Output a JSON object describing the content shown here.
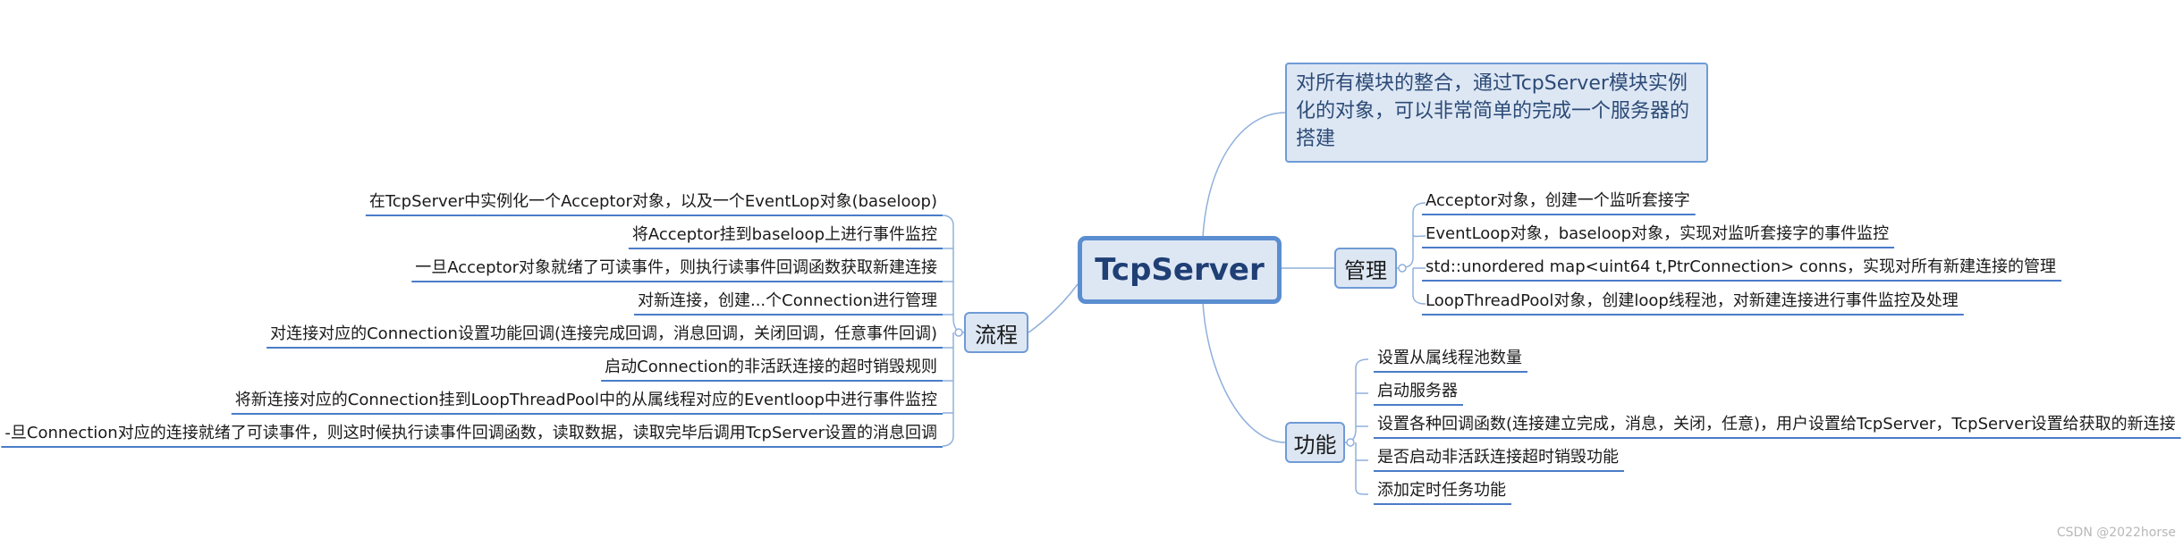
{
  "central": {
    "title": "TcpServer"
  },
  "description": {
    "text": "对所有模块的整合，通过TcpServer模块实例化的对象，可以非常简单的完成一个服务器的搭建"
  },
  "branches": {
    "management": {
      "label": "管理",
      "items": [
        "Acceptor对象，创建一个监听套接字",
        "EventLoop对象，baseloop对象，实现对监听套接字的事件监控",
        "std::unordered map<uint64 t,PtrConnection> conns，实现对所有新建连接的管理",
        "LoopThreadPool对象，创建loop线程池，对新建连接进行事件监控及处理"
      ]
    },
    "function": {
      "label": "功能",
      "items": [
        "设置从属线程池数量",
        "启动服务器",
        "设置各种回调函数(连接建立完成，消息，关闭，任意)，用户设置给TcpServer，TcpServer设置给获取的新连接",
        "是否启动非活跃连接超时销毁功能",
        "添加定时任务功能"
      ]
    },
    "flow": {
      "label": "流程",
      "items": [
        "在TcpServer中实例化一个Acceptor对象，以及一个EventLop对象(baseloop)",
        "将Acceptor挂到baseloop上进行事件监控",
        "一旦Acceptor对象就绪了可读事件，则执行读事件回调函数获取新建连接",
        "对新连接，创建...个Connection进行管理",
        "对连接对应的Connection设置功能回调(连接完成回调，消息回调，关闭回调，任意事件回调)",
        "启动Connection的非活跃连接的超时销毁规则",
        "将新连接对应的Connection挂到LoopThreadPool中的从属线程对应的Eventloop中进行事件监控",
        "-旦Connection对应的连接就绪了可读事件，则这时候执行读事件回调函数，读取数据，读取完毕后调用TcpServer设置的消息回调"
      ]
    }
  },
  "watermark": "CSDN @2022horse",
  "colors": {
    "accent": "#5b8ed0",
    "connector": "#8fb0dc",
    "underline": "#4a7cc8",
    "fill": "#dde7f4"
  }
}
